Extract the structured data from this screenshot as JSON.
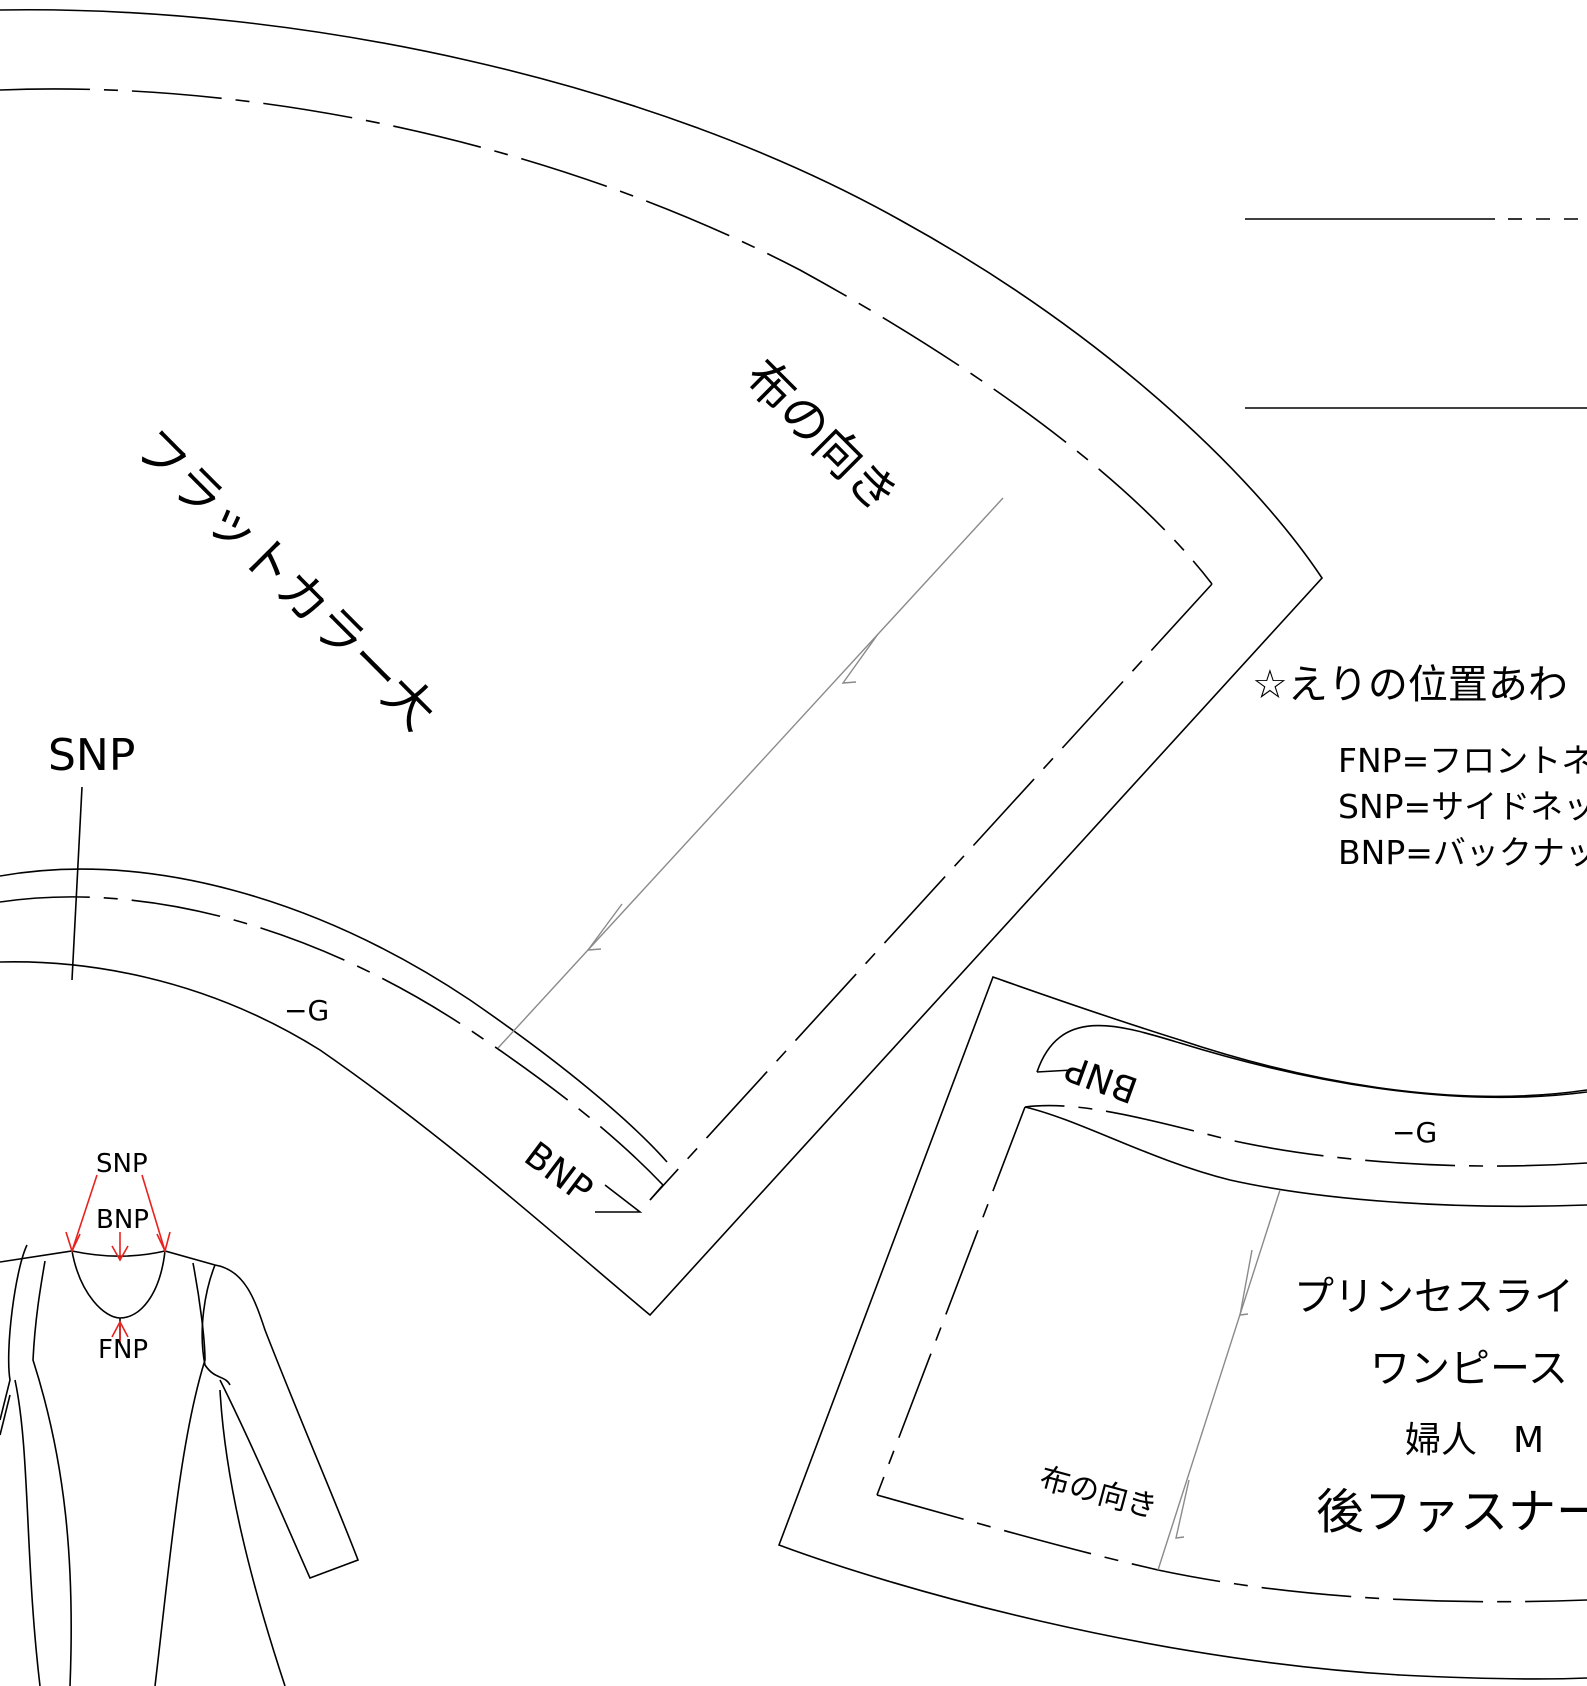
{
  "collar_piece": {
    "title": "フラットカラー大",
    "grain_label": "布の向き",
    "snp_label": "SNP",
    "bnp_label": "BNP",
    "g_label": "−G"
  },
  "legend": {
    "heading": "☆えりの位置あわ",
    "lines": [
      "FNP=フロントネ",
      "SNP=サイドネッ",
      "BNP=バックナッ"
    ]
  },
  "second_piece": {
    "bnp_label": "BNP",
    "g_label": "−G",
    "grain_label": "布の向き",
    "info_lines": [
      "プリンセスライ",
      "ワンピース",
      "婦人　M",
      "後ファスナー"
    ]
  },
  "dress_sketch": {
    "snp_label": "SNP",
    "bnp_label": "BNP",
    "fnp_label": "FNP"
  },
  "colors": {
    "line": "#000000",
    "grainline": "#8a8a8a",
    "marker": "#e8231f"
  }
}
